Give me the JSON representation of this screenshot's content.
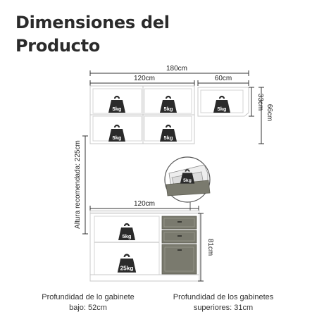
{
  "title": {
    "line1": "Dimensiones del",
    "line2": "Producto"
  },
  "dimensions": {
    "total_width": "180cm",
    "upper_left_width": "120cm",
    "upper_right_width": "60cm",
    "upper_right_height": "33cm",
    "upper_total_height": "66cm",
    "recommended_height": "Altura recomendada: 225cm",
    "lower_width": "120cm",
    "lower_height": "81cm"
  },
  "weights": {
    "upper_tl": "5kg",
    "upper_tm": "5kg",
    "upper_r": "5kg",
    "upper_bl": "5kg",
    "upper_bm": "5kg",
    "drawer_detail": "5kg",
    "lower_shelf": "5kg",
    "lower_floor": "25kg"
  },
  "captions": {
    "lower_depth": "Profundidad de lo gabinete bajo: 52cm",
    "upper_depth": "Profundidad de los gabinetes superiores: 31cm"
  },
  "colors": {
    "drawer_front": "#7a7a6e",
    "cabinet": "#ffffff",
    "outline": "#c8c8c8",
    "weight": "#2a2a2a"
  }
}
